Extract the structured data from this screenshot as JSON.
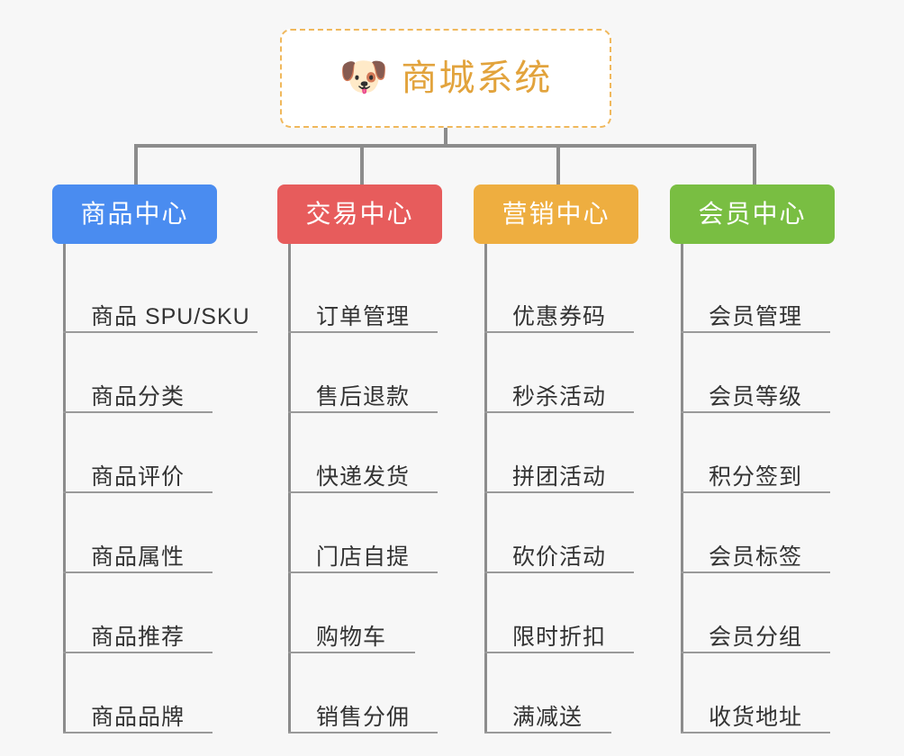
{
  "canvas": {
    "background": "#f7f7f7"
  },
  "root": {
    "icon": "dog-face-icon",
    "icon_glyph": "🐶",
    "title": "商城系统",
    "border_color": "#f0b85c",
    "title_color": "#e2a33c"
  },
  "connector_color": "#8c8c8c",
  "columns": [
    {
      "id": "product-center",
      "label": "商品中心",
      "color": "#4a8cf0",
      "items": [
        "商品 SPU/SKU",
        "商品分类",
        "商品评价",
        "商品属性",
        "商品推荐",
        "商品品牌"
      ]
    },
    {
      "id": "trade-center",
      "label": "交易中心",
      "color": "#e75c5c",
      "items": [
        "订单管理",
        "售后退款",
        "快递发货",
        "门店自提",
        "购物车",
        "销售分佣"
      ]
    },
    {
      "id": "marketing-center",
      "label": "营销中心",
      "color": "#eeae40",
      "items": [
        "优惠券码",
        "秒杀活动",
        "拼团活动",
        "砍价活动",
        "限时折扣",
        "满减送"
      ]
    },
    {
      "id": "member-center",
      "label": "会员中心",
      "color": "#79be42",
      "items": [
        "会员管理",
        "会员等级",
        "积分签到",
        "会员标签",
        "会员分组",
        "收货地址"
      ]
    }
  ]
}
